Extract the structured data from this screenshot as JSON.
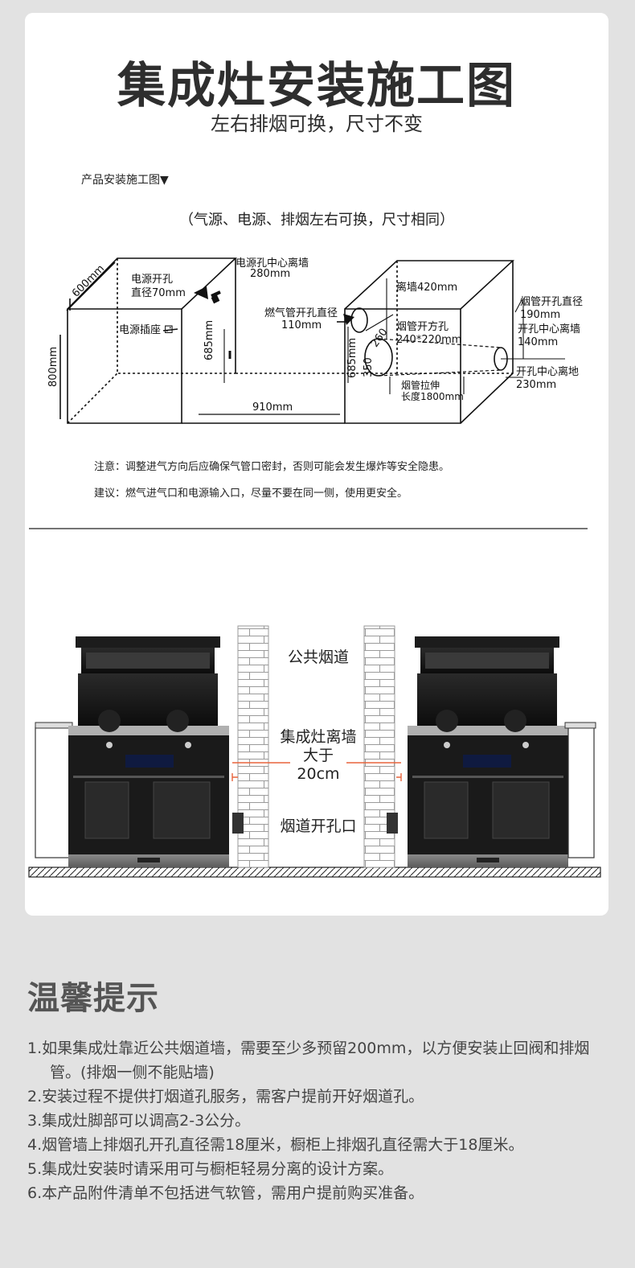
{
  "header": {
    "title": "集成灶安装施工图",
    "subtitle": "左右排烟可换，尺寸不变"
  },
  "diagram1": {
    "section_label": "产品安装施工图▼",
    "section_note": "（气源、电源、排烟左右可换，尺寸相同）",
    "labels": {
      "depth": "600mm",
      "height": "800mm",
      "power_hole": "电源开孔",
      "power_hole_dia": "直径70mm",
      "socket": "电源插座",
      "socket_symbol": "⚁",
      "power_height": "685mm",
      "power_center": "电源孔中心离墙",
      "power_center_val": "280mm",
      "gas_pipe": "燃气管开孔直径",
      "gas_pipe_val": "110mm",
      "gas_height1": "685mm",
      "gas_height2": "350",
      "gas_offset": "260",
      "wall_gap": "离墙420mm",
      "flue_square": "烟管开方孔",
      "flue_square_val": "240*220mm",
      "flue_stretch": "烟管拉伸",
      "flue_stretch_val": "长度1800mm",
      "width": "910mm",
      "flue_dia": "烟管开孔直径",
      "flue_dia_val": "190mm",
      "flue_center_wall": "开孔中心离墙",
      "flue_center_wall_val": "140mm",
      "flue_center_floor": "开孔中心离地",
      "flue_center_floor_val": "230mm"
    },
    "notes": [
      "注意：调整进气方向后应确保气管口密封，否则可能会发生爆炸等安全隐患。",
      "建议：燃气进气口和电源输入口，尽量不要在同一侧，使用更安全。"
    ]
  },
  "diagram2": {
    "public_flue": "公共烟道",
    "distance_line1": "集成灶离墙",
    "distance_line2": "大于",
    "distance_line3": "20cm",
    "flue_hole": "烟道开孔口"
  },
  "tips": {
    "title": "温馨提示",
    "items": [
      "1.如果集成灶靠近公共烟道墙，需要至少多预留200mm，以方便安装止回阀和排烟管。(排烟一侧不能贴墙)",
      "2.安装过程不提供打烟道孔服务，需客户提前开好烟道孔。",
      "3.集成灶脚部可以调高2-3公分。",
      "4.烟管墙上排烟孔开孔直径需18厘米，橱柜上排烟孔直径需大于18厘米。",
      "5.集成灶安装时请采用可与橱柜轻易分离的设计方案。",
      "6.本产品附件清单不包括进气软管，需用户提前购买准备。"
    ]
  },
  "colors": {
    "background": "#e2e2e2",
    "card": "#ffffff",
    "accent_line": "#e8643c",
    "stove_body": "#1c1c1c"
  }
}
